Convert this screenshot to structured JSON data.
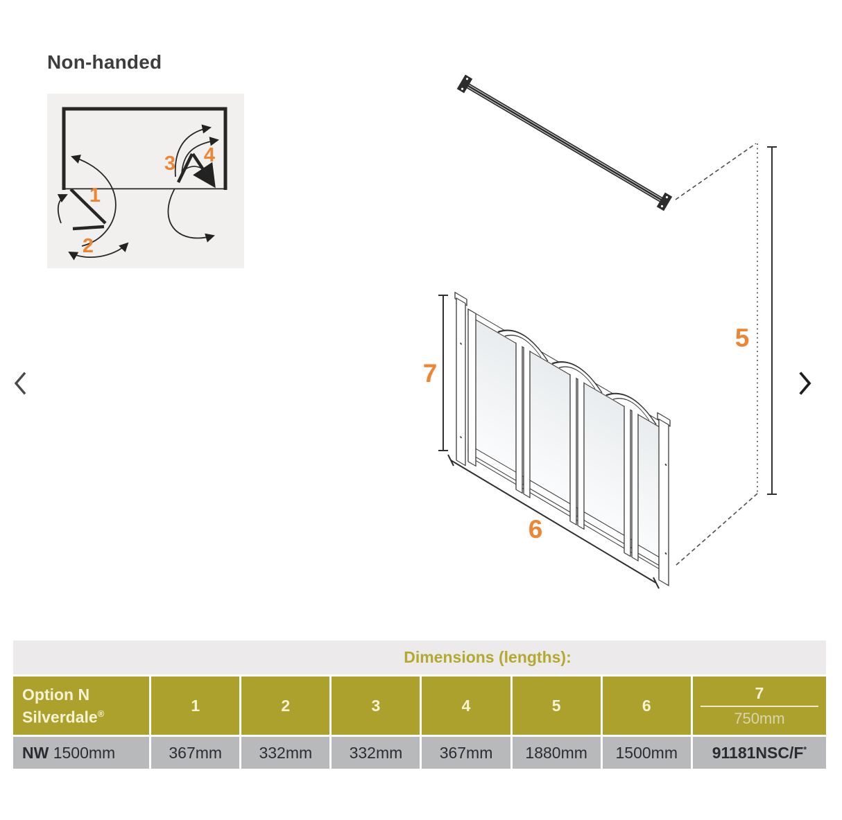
{
  "title": "Non-handed",
  "plan": {
    "labels": [
      "1",
      "2",
      "3",
      "4"
    ]
  },
  "iso": {
    "labels": {
      "five": "5",
      "six": "6",
      "seven": "7"
    }
  },
  "colors": {
    "accent_orange": "#ed8634",
    "table_olive": "#aca12c",
    "table_gray_row": "#b8b9bb",
    "caption_band": "#edeaeb",
    "plan_panel_bg": "#f1f0ef"
  },
  "table": {
    "caption": "Dimensions (lengths):",
    "col1_line1": "Option N",
    "col1_line2": "Silverdale",
    "col1_reg": "®",
    "num_headers": [
      "1",
      "2",
      "3",
      "4",
      "5",
      "6"
    ],
    "col7_top": "7",
    "col7_bottom": "750mm",
    "row_label_bold": "NW",
    "row_label_rest": " 1500mm",
    "values": [
      "367mm",
      "332mm",
      "332mm",
      "367mm",
      "1880mm",
      "1500mm"
    ],
    "code": "91181NSC/F",
    "code_sup": "*"
  }
}
